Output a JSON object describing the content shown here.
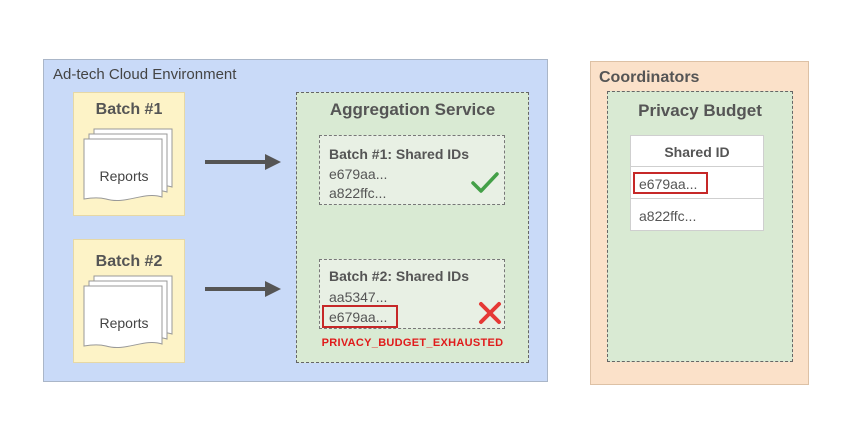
{
  "adtech": {
    "title": "Ad-tech Cloud Environment",
    "batches": [
      {
        "title": "Batch #1",
        "reports_label": "Reports"
      },
      {
        "title": "Batch #2",
        "reports_label": "Reports"
      }
    ]
  },
  "aggregation": {
    "title": "Aggregation Service",
    "cards": [
      {
        "title": "Batch #1: Shared IDs",
        "ids": [
          "e679aa...",
          "a822ffc..."
        ],
        "status": "check-icon"
      },
      {
        "title": "Batch #2: Shared IDs",
        "ids": [
          "aa5347...",
          "e679aa..."
        ],
        "status": "cross-icon"
      }
    ],
    "error": "PRIVACY_BUDGET_EXHAUSTED"
  },
  "coordinators": {
    "title": "Coordinators",
    "privacy_budget": {
      "title": "Privacy Budget",
      "table_header": "Shared ID",
      "rows": [
        "e679aa...",
        "a822ffc..."
      ]
    }
  },
  "colors": {
    "adtech_bg": "#c9daf8",
    "batch_bg": "#fdf3c7",
    "service_bg": "#d9ead3",
    "coordinators_bg": "#fbe1c9",
    "highlight_red": "#c62828",
    "error_text": "#e01b1b",
    "success_green": "#43a047"
  }
}
